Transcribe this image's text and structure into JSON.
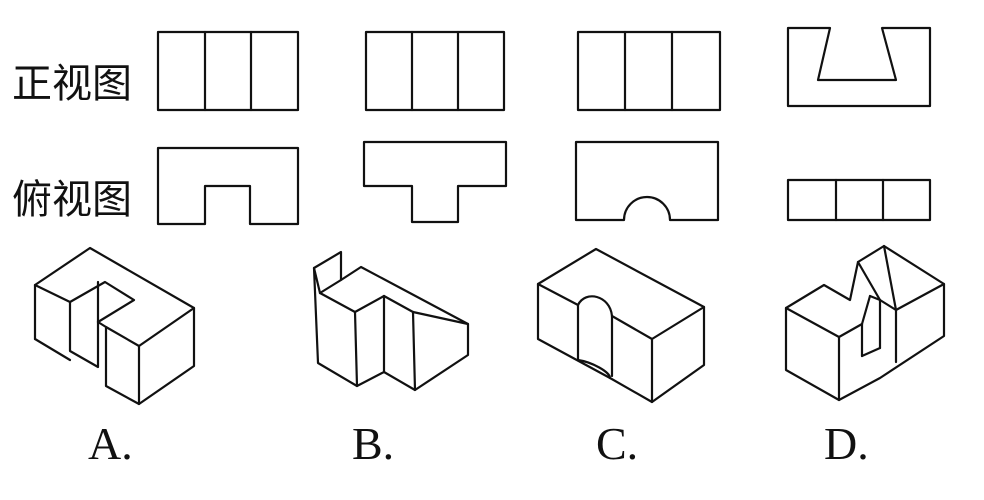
{
  "rows": {
    "front_view_label": "正视图",
    "top_view_label": "俯视图"
  },
  "options": [
    {
      "letter": "A."
    },
    {
      "letter": "B."
    },
    {
      "letter": "C."
    },
    {
      "letter": "D."
    }
  ],
  "colors": {
    "stroke": "#111111",
    "background": "#ffffff"
  }
}
